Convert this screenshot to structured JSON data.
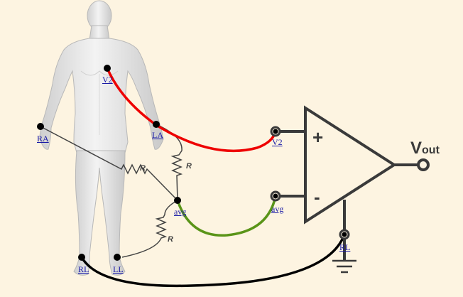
{
  "figure": "human-body-silhouette",
  "colors": {
    "background": "#fdf4e1",
    "v2_lead": "#ee0000",
    "avg_lead": "#5a9418",
    "rl_lead": "#000000",
    "resistor_wire": "#444444",
    "opamp": "#3a3a3a",
    "link": "#1a1aa6"
  },
  "electrodes": {
    "v2": "V2",
    "ra": "RA",
    "la": "LA",
    "ll": "LL",
    "rl": "RL",
    "avg": "avg"
  },
  "resistors": [
    "R",
    "R",
    "R"
  ],
  "amplifier": {
    "plus_sign": "+",
    "minus_sign": "-",
    "plus_input": "V2",
    "minus_input": "avg",
    "ground_node": "RL",
    "output_main": "V",
    "output_sub": "out"
  },
  "icons": [
    "ground-icon",
    "opamp-triangle-icon"
  ]
}
